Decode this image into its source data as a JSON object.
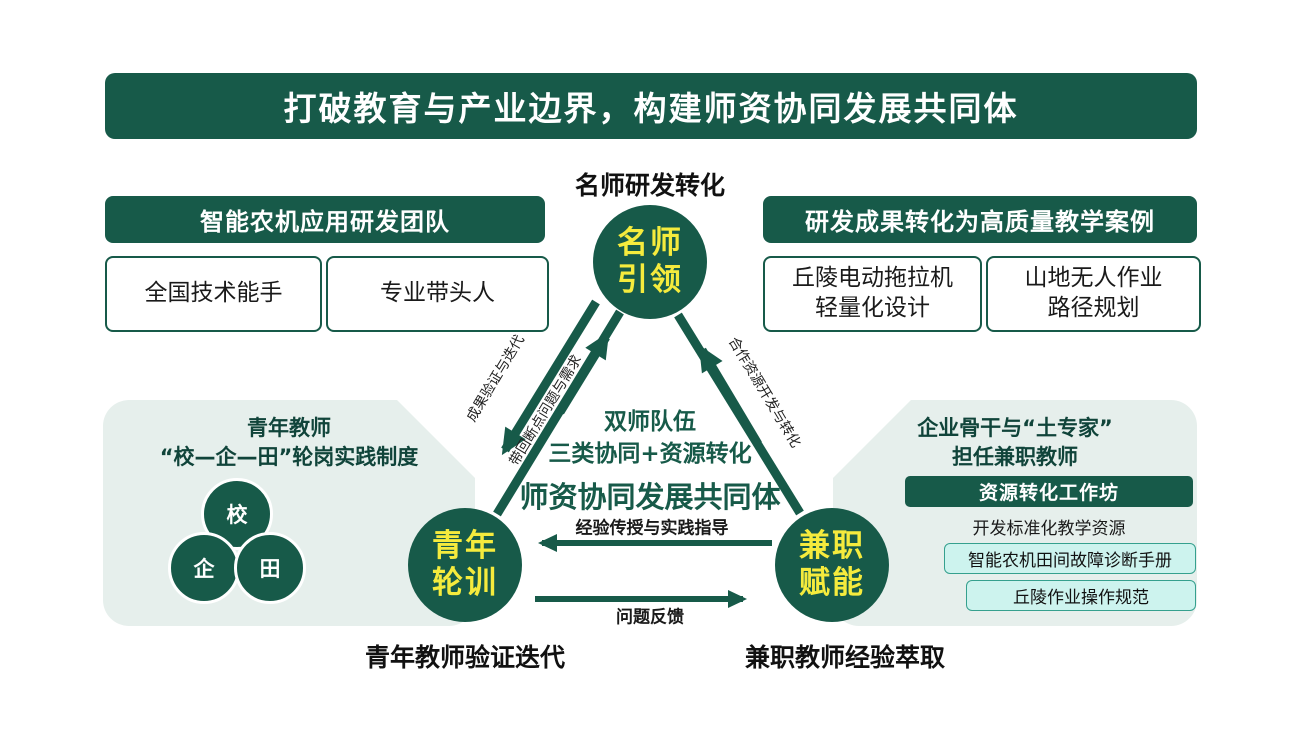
{
  "title": "打破教育与产业边界，构建师资协同发展共同体",
  "captions": {
    "top": "名师研发转化",
    "bottom_left": "青年教师验证迭代",
    "bottom_right": "兼职教师经验萃取"
  },
  "left_top": {
    "header": "智能农机应用研发团队",
    "box1": "全国技术能手",
    "box2": "专业带头人"
  },
  "right_top": {
    "header": "研发成果转化为高质量教学案例",
    "box1_line1": "丘陵电动拖拉机",
    "box1_line2": "轻量化设计",
    "box2_line1": "山地无人作业",
    "box2_line2": "路径规划"
  },
  "nodes": {
    "top_line1": "名师",
    "top_line2": "引领",
    "left_line1": "青年",
    "left_line2": "轮训",
    "right_line1": "兼职",
    "right_line2": "赋能"
  },
  "center": {
    "line1": "双师队伍",
    "line2": "三类协同+资源转化",
    "line3": "师资协同发展共同体"
  },
  "edge_labels": {
    "left_outer": "成果验证与迭代",
    "left_inner": "带回断点问题与需求",
    "right": "合作资源开发与转化",
    "bottom_top": "经验传授与实践指导",
    "bottom_bottom": "问题反馈"
  },
  "left_panel": {
    "line1": "青年教师",
    "line2": "“校—企—田”轮岗实践制度",
    "venn1": "校",
    "venn2": "企",
    "venn3": "田"
  },
  "right_panel": {
    "line1": "企业骨干与“土专家”",
    "line2": "担任兼职教师",
    "bar": "资源转化工作坊",
    "sub": "开发标准化教学资源",
    "box1": "智能农机田间故障诊断手册",
    "box2": "丘陵作业操作规范"
  },
  "colors": {
    "dark_green": "#175a49",
    "yellow": "#f5eb3d",
    "panel_bg": "#e6efec",
    "cyan_bg": "#cdf3ee"
  }
}
